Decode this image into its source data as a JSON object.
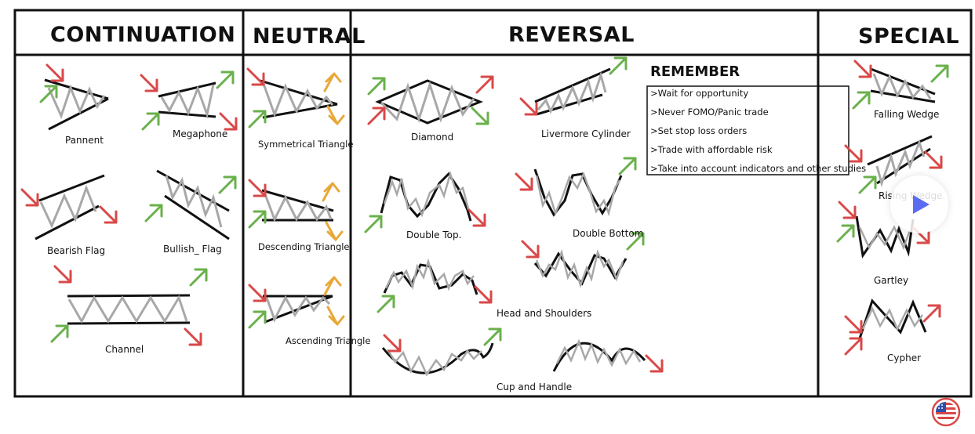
{
  "headers": {
    "continuation": "CONTINUATION",
    "neutral": "NEUTRAL",
    "reversal": "REVERSAL",
    "special": "SPECIAL"
  },
  "continuation": {
    "pannent": "Pannent",
    "megaphone": "Megaphone",
    "bearish_flag": "Bearish Flag",
    "bullish_flag": "Bullish_ Flag",
    "channel": "Channel"
  },
  "neutral": {
    "symmetrical_triangle": "Symmetrical Triangle",
    "descending_triangle": "Descending Triangle",
    "ascending_triangle": "Ascending Triangle"
  },
  "reversal": {
    "diamond": "Diamond",
    "livermore_cylinder": "Livermore Cylinder",
    "double_top": "Double Top.",
    "double_bottom": "Double Bottom",
    "head_and_shoulders": "Head and Shoulders",
    "cup_and_handle": "Cup and Handle"
  },
  "remember": {
    "title": "REMEMBER",
    "items": [
      ">Wait for opportunity",
      ">Never FOMO/Panic trade",
      ">Set stop loss orders",
      ">Trade with affordable risk",
      ">Take into account indicators and other studies"
    ]
  },
  "special": {
    "falling_wedge": "Falling Wedge",
    "rising_wedge": "Rising Wedge.",
    "gartley": "Gartley",
    "cypher": "Cypher"
  },
  "colors": {
    "border": "#111111",
    "zigzag": "#a8a8a8",
    "up_arrow": "#6ab04c",
    "down_arrow": "#d94848",
    "neutral_arrow": "#e8a838",
    "play": "#5b6cf0"
  },
  "controls": {
    "play_icon": "play-icon",
    "flag_icon": "us-flag-icon"
  }
}
